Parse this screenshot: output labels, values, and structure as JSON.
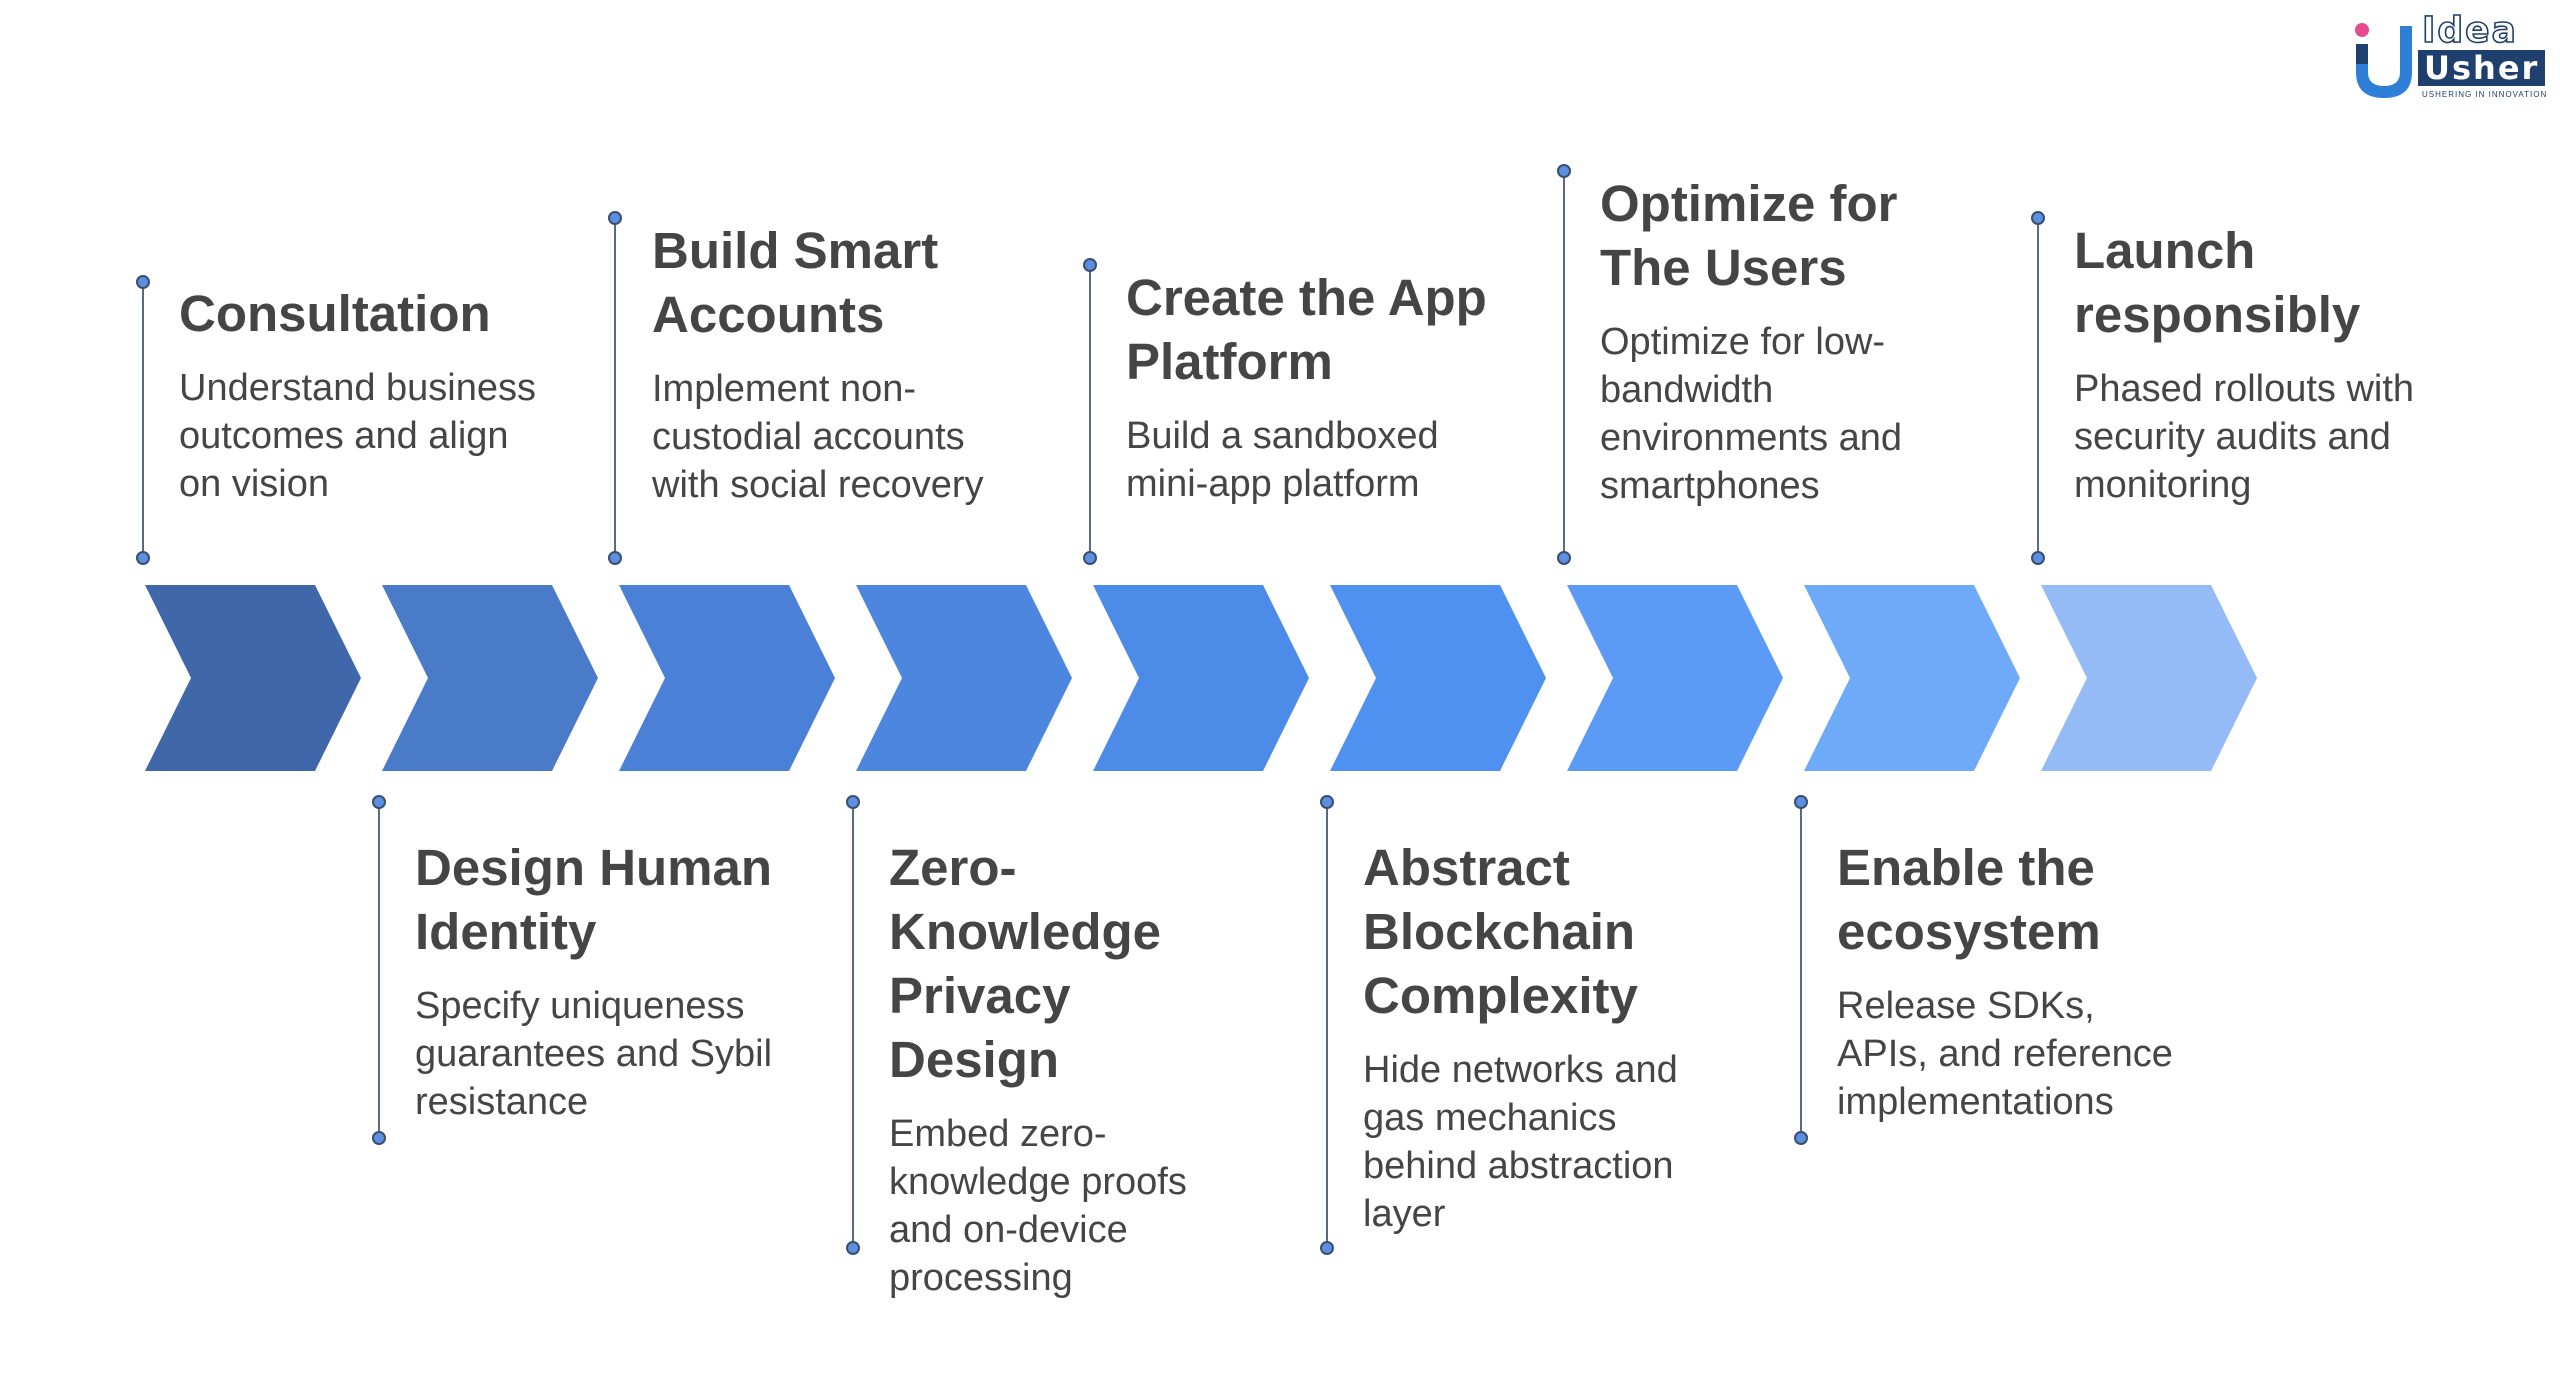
{
  "logo": {
    "top_word": "Idea",
    "bottom_word": "Usher",
    "tagline": "USHERING IN INNOVATION"
  },
  "chevron_colors": [
    "#3f67aa",
    "#4a7bc8",
    "#4a80d6",
    "#4d86de",
    "#4d8be8",
    "#4f91f0",
    "#5b9bf5",
    "#6eaaf7",
    "#95bbf6"
  ],
  "steps": [
    {
      "title": "Consultation",
      "description": "Understand business outcomes and align on vision",
      "position": "top"
    },
    {
      "title": "Design Human Identity",
      "description": "Specify uniqueness guarantees and Sybil resistance",
      "position": "bottom"
    },
    {
      "title": "Build Smart Accounts",
      "description": "Implement non-custodial accounts with social recovery",
      "position": "top"
    },
    {
      "title": "Zero-Knowledge Privacy Design",
      "description": "Embed zero-knowledge proofs and on-device processing",
      "position": "bottom"
    },
    {
      "title": "Create the App Platform",
      "description": "Build a sandboxed mini-app platform",
      "position": "top"
    },
    {
      "title": "Abstract Blockchain Complexity",
      "description": "Hide networks and gas mechanics behind abstraction layer",
      "position": "bottom"
    },
    {
      "title": "Optimize for The Users",
      "description": "Optimize for low-bandwidth environments and smartphones",
      "position": "top"
    },
    {
      "title": "Enable the ecosystem",
      "description": "Release SDKs, APIs, and reference implementations",
      "position": "bottom"
    },
    {
      "title": "Launch responsibly",
      "description": "Phased rollouts with security audits and monitoring",
      "position": "top"
    }
  ]
}
